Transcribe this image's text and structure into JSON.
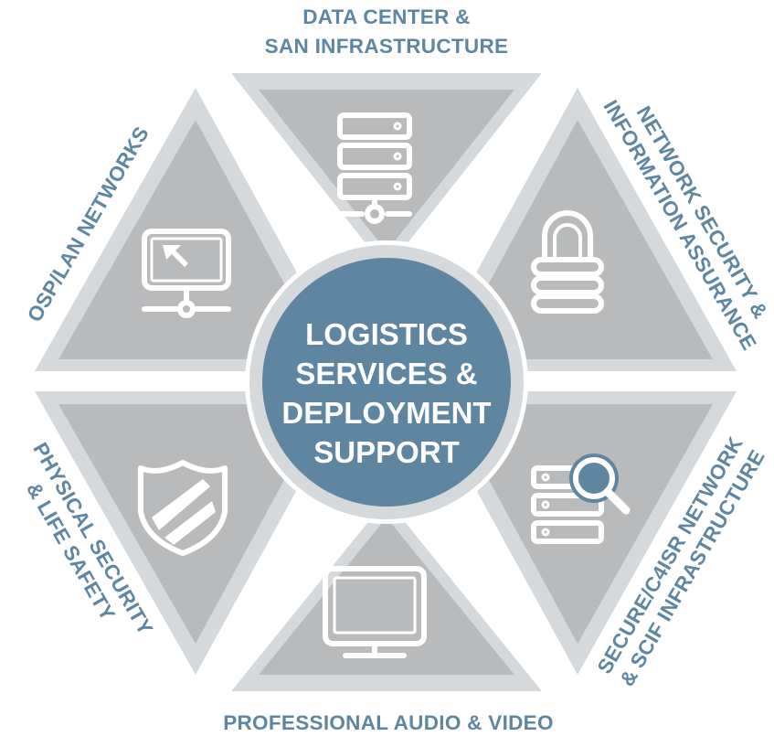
{
  "center": {
    "lines": [
      "LOGISTICS",
      "SERVICES &",
      "DEPLOYMENT",
      "SUPPORT"
    ]
  },
  "segments": {
    "top": {
      "lines": [
        "DATA CENTER &",
        "SAN INFRASTRUCTURE"
      ],
      "icon": "server-rack-icon"
    },
    "upper_right": {
      "lines": [
        "NETWORK SECURITY &",
        "INFORMATION ASSURANCE"
      ],
      "icon": "padlock-icon"
    },
    "lower_right": {
      "lines": [
        "SECURE/C4ISR NETWORK",
        "& SCIF INFRASTRUCTURE"
      ],
      "icon": "server-search-icon"
    },
    "bottom": {
      "lines": [
        "PROFESSIONAL AUDIO & VIDEO"
      ],
      "icon": "monitor-icon"
    },
    "lower_left": {
      "lines": [
        "PHYSICAL SECURITY",
        "& LIFE SAFETY"
      ],
      "icon": "shield-icon"
    },
    "upper_left": {
      "lines": [
        "OSP/LAN NETWORKS"
      ],
      "icon": "networked-computer-icon"
    }
  },
  "colors": {
    "accent": "#5f86a1",
    "segment_outer": "#d6d9dc",
    "segment_inner": "#b9babc",
    "icon": "#ffffff"
  }
}
